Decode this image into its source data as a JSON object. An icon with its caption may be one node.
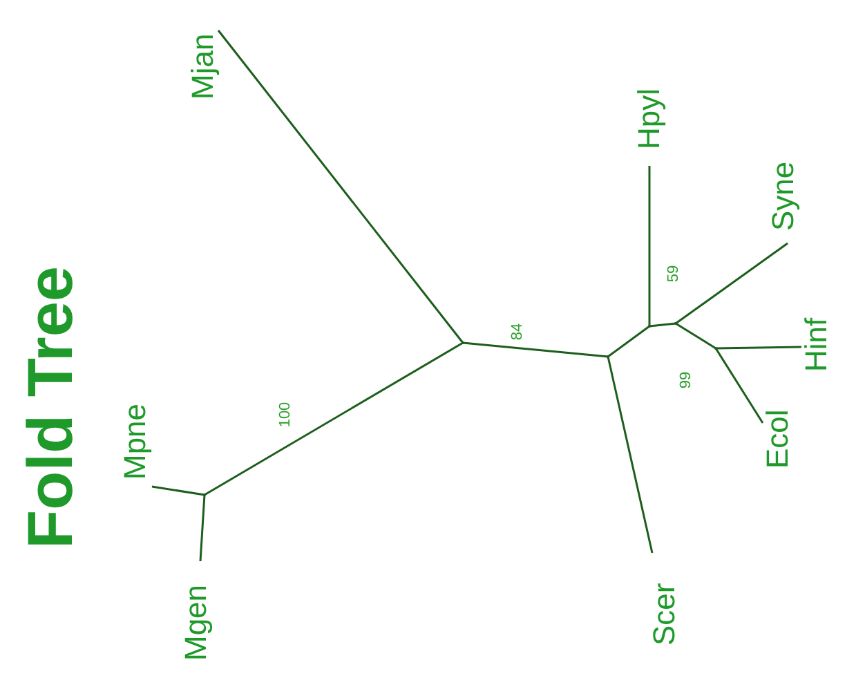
{
  "diagram": {
    "title": "Fold Tree",
    "nodes": [
      {
        "text": [
          "Mjan"
        ]
      },
      {
        "text": [
          "Hpyl"
        ]
      },
      {
        "text": [
          "Syne"
        ]
      },
      {
        "text": [
          "Hinf"
        ]
      },
      {
        "text": [
          "Ecol"
        ]
      },
      {
        "text": [
          "Mpne"
        ]
      },
      {
        "text": [
          "Scer"
        ]
      },
      {
        "text": [
          "Mgen"
        ]
      },
      {
        "text": [],
        "shape": "point"
      },
      {
        "text": [],
        "shape": "point"
      },
      {
        "text": [],
        "shape": "point"
      },
      {
        "text": [],
        "shape": "point"
      },
      {
        "text": [],
        "shape": "point"
      },
      {
        "text": [],
        "shape": "point"
      }
    ],
    "edges": [
      {
        "from": 8,
        "to": 5,
        "arrow": "none"
      },
      {
        "from": 8,
        "to": 7,
        "arrow": "none"
      },
      {
        "from": 8,
        "to": 9,
        "arrow": "none",
        "label": "100"
      },
      {
        "from": 9,
        "to": 0,
        "arrow": "none"
      },
      {
        "from": 9,
        "to": 10,
        "arrow": "none",
        "label": "84"
      },
      {
        "from": 10,
        "to": 6,
        "arrow": "none"
      },
      {
        "from": 10,
        "to": 11,
        "arrow": "none"
      },
      {
        "from": 11,
        "to": 1,
        "arrow": "none",
        "label": "59"
      },
      {
        "from": 11,
        "to": 12,
        "arrow": "none"
      },
      {
        "from": 12,
        "to": 2,
        "arrow": "none"
      },
      {
        "from": 12,
        "to": 13,
        "arrow": "none",
        "label": "99"
      },
      {
        "from": 13,
        "to": 3,
        "arrow": "none"
      },
      {
        "from": 13,
        "to": 4,
        "arrow": "none"
      }
    ]
  }
}
